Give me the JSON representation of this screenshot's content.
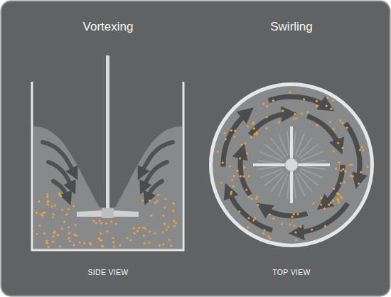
{
  "diagram": {
    "labels": [
      "Vortexing",
      "Swirling",
      "SIDE VIEW",
      "TOP VIEW"
    ]
  }
}
